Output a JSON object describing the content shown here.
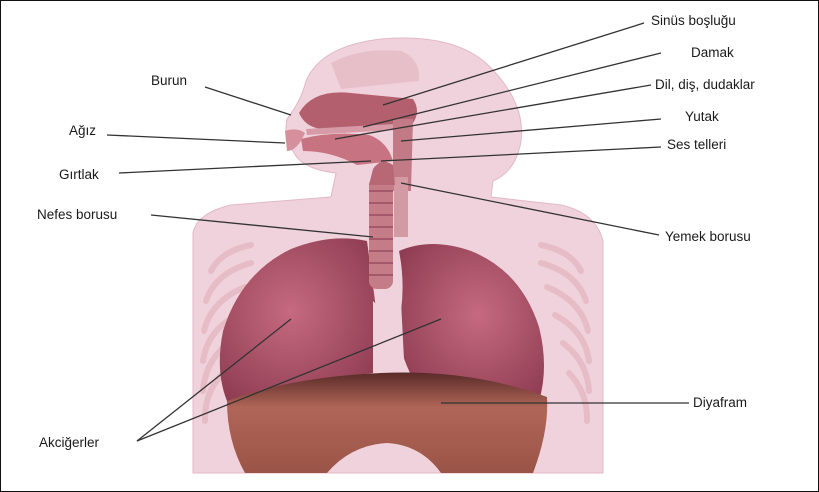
{
  "diagram": {
    "labels": {
      "sinus": "Sinüs boşluğu",
      "damak": "Damak",
      "dil": "Dil, diş, dudaklar",
      "yutak": "Yutak",
      "ses": "Ses telleri",
      "burun": "Burun",
      "agiz": "Ağız",
      "girtlak": "Gırtlak",
      "nefes": "Nefes borusu",
      "yemek": "Yemek borusu",
      "diyafram": "Diyafram",
      "akciger": "Akciğerler"
    },
    "colors": {
      "body": "#f0d2dc",
      "lung": "#b5586f",
      "lung_shadow": "#8e3d52",
      "diaphragm": "#a65a4f",
      "trachea": "#c77f88",
      "ribs": "#e9c2cc",
      "leader": "#333333"
    }
  }
}
